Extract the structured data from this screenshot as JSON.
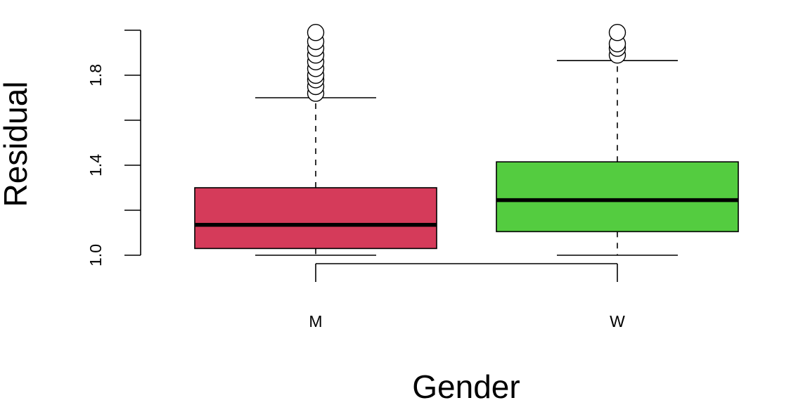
{
  "chart_data": {
    "type": "boxplot",
    "title": "",
    "xlabel": "Gender",
    "ylabel": "Residual",
    "ylim": [
      1.0,
      2.0
    ],
    "yticks": [
      1.0,
      1.2,
      1.4,
      1.6,
      1.8,
      2.0
    ],
    "ytick_labels": [
      "1.0",
      "",
      "1.4",
      "",
      "1.8",
      ""
    ],
    "grid": false,
    "categories": [
      "M",
      "W"
    ],
    "boxes": [
      {
        "category": "M",
        "color": "#D53B5A",
        "whisker_low": 1.0,
        "q1": 1.03,
        "median": 1.135,
        "q3": 1.3,
        "whisker_high": 1.7,
        "outliers": [
          1.72,
          1.75,
          1.78,
          1.8,
          1.83,
          1.86,
          1.89,
          1.92,
          1.95,
          1.99
        ]
      },
      {
        "category": "W",
        "color": "#54CC40",
        "whisker_low": 1.0,
        "q1": 1.105,
        "median": 1.245,
        "q3": 1.415,
        "whisker_high": 1.865,
        "outliers": [
          1.89,
          1.92,
          1.94,
          1.99
        ]
      }
    ]
  }
}
